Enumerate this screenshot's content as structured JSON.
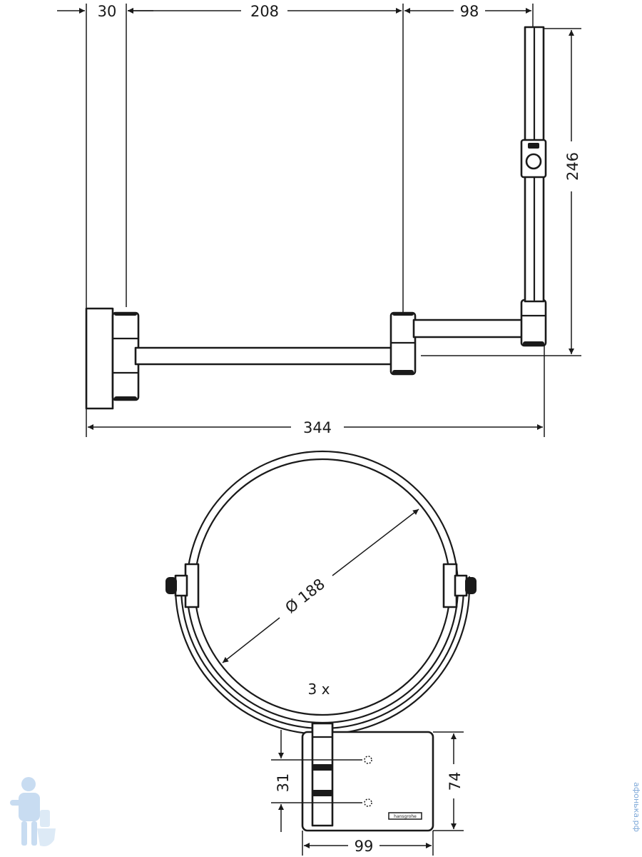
{
  "side_view": {
    "dim_wall_plate": "30",
    "dim_first_arm": "208",
    "dim_second_arm": "98",
    "dim_height": "246",
    "dim_total_width": "344"
  },
  "front_view": {
    "dim_diameter": "Ø 188",
    "magnification": "3 x",
    "dim_hole_spacing": "31",
    "dim_plate_height": "74",
    "dim_plate_width": "99",
    "brand_label": "hansgrohe"
  },
  "watermark": {
    "site": "афонька.рф"
  },
  "colors": {
    "line": "#1a1a1a",
    "watermark": "#7ea8d8"
  }
}
